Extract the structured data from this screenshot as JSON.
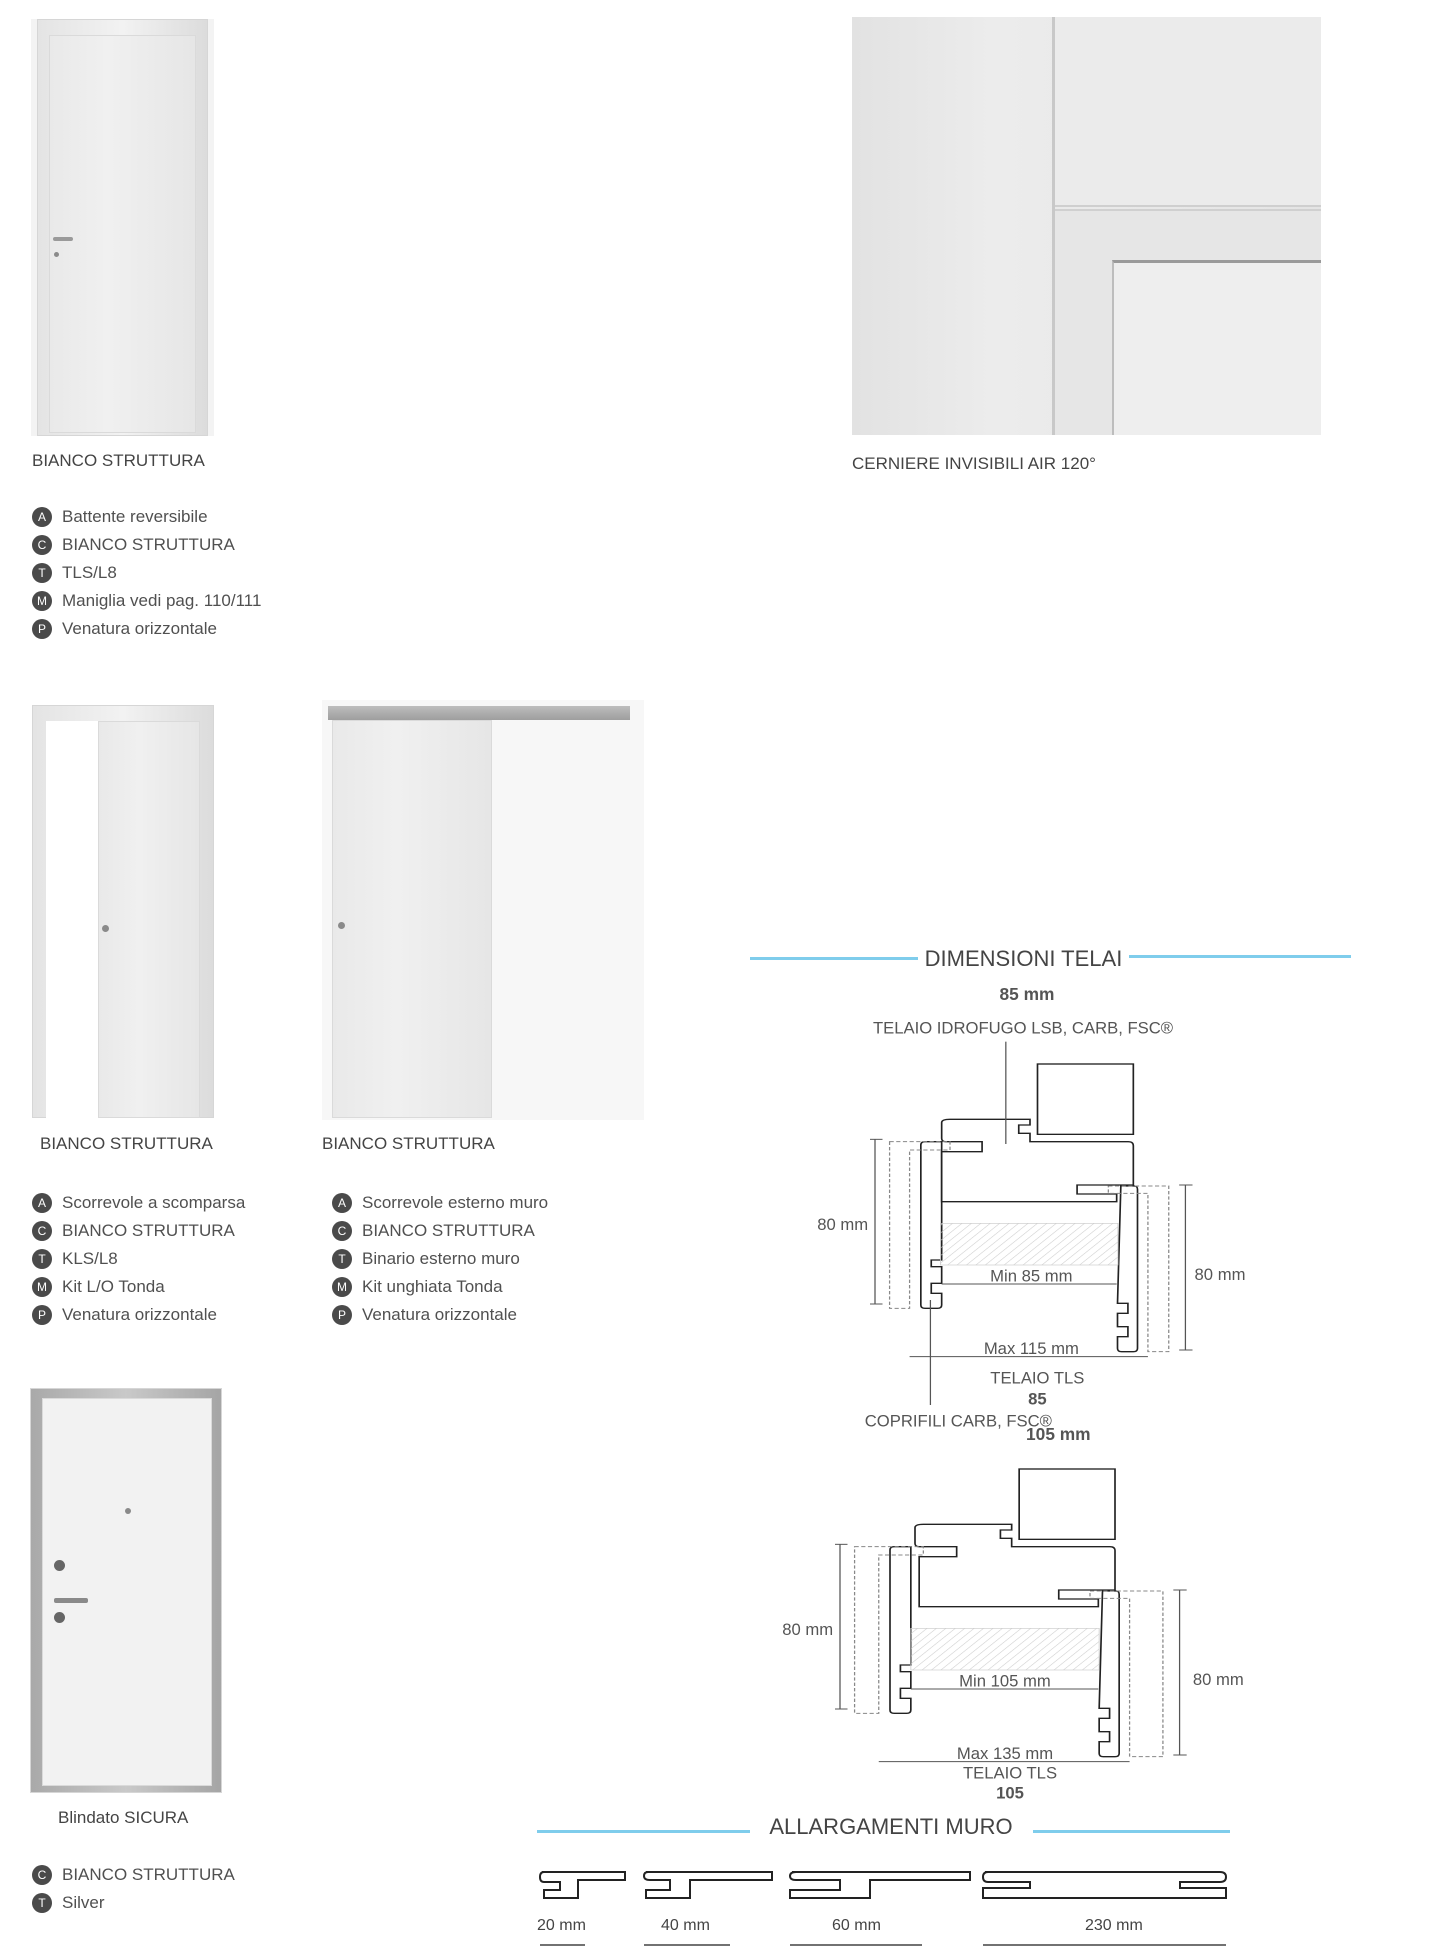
{
  "products": [
    {
      "caption": "BIANCO STRUTTURA",
      "specs": [
        {
          "badge": "A",
          "text": "Battente reversibile"
        },
        {
          "badge": "C",
          "text": "BIANCO STRUTTURA"
        },
        {
          "badge": "T",
          "text": "TLS/L8"
        },
        {
          "badge": "M",
          "text": "Maniglia vedi pag. 110/111"
        },
        {
          "badge": "P",
          "text": "Venatura orizzontale"
        }
      ]
    },
    {
      "caption": "BIANCO STRUTTURA",
      "specs": [
        {
          "badge": "A",
          "text": "Scorrevole a scomparsa"
        },
        {
          "badge": "C",
          "text": "BIANCO STRUTTURA"
        },
        {
          "badge": "T",
          "text": "KLS/L8"
        },
        {
          "badge": "M",
          "text": "Kit L/O Tonda"
        },
        {
          "badge": "P",
          "text": "Venatura orizzontale"
        }
      ]
    },
    {
      "caption": "BIANCO STRUTTURA",
      "specs": [
        {
          "badge": "A",
          "text": "Scorrevole esterno muro"
        },
        {
          "badge": "C",
          "text": "BIANCO STRUTTURA"
        },
        {
          "badge": "T",
          "text": "Binario esterno muro"
        },
        {
          "badge": "M",
          "text": "Kit unghiata Tonda"
        },
        {
          "badge": "P",
          "text": "Venatura orizzontale"
        }
      ]
    },
    {
      "caption": "Blindato SICURA",
      "specs": [
        {
          "badge": "C",
          "text": "BIANCO STRUTTURA"
        },
        {
          "badge": "T",
          "text": "Silver"
        }
      ]
    }
  ],
  "detail": {
    "caption": "CERNIERE INVISIBILI AIR 120°"
  },
  "dimensioni": {
    "title": "DIMENSIONI TELAI",
    "d85": {
      "heading": "85 mm",
      "telaio_label": "TELAIO IDROFUGO LSB, CARB, FSC®",
      "left_h": "80 mm",
      "right_h": "80 mm",
      "min": "Min 85 mm",
      "max": "Max 115 mm",
      "tls": "TELAIO TLS",
      "tls_num": "85",
      "coprifili": "COPRIFILI CARB, FSC®"
    },
    "d105": {
      "heading": "105 mm",
      "left_h": "80 mm",
      "right_h": "80 mm",
      "min": "Min 105 mm",
      "max": "Max 135 mm",
      "tls": "TELAIO TLS",
      "tls_num": "105"
    }
  },
  "allargamenti": {
    "title": "ALLARGAMENTI MURO",
    "items": [
      "20 mm",
      "40 mm",
      "60 mm",
      "230 mm"
    ]
  },
  "colors": {
    "accent_line": "#7fcdec",
    "badge": "#4a4a4a"
  }
}
